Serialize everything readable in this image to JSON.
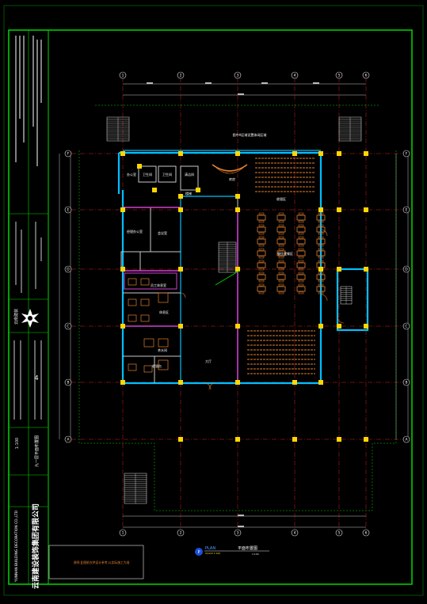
{
  "title_block": {
    "company_cn": "云南建设装饰集团有限公司",
    "company_en": "YUNNAN BUILDING DECORATION CO.,LTD",
    "logo_text": "云南建装",
    "drawing_name": "九一层平面布置图",
    "sheet_no": "4",
    "scale_label": "1:100"
  },
  "grid": {
    "columns": [
      "1",
      "2",
      "3",
      "4",
      "5",
      "6"
    ],
    "rows": [
      "F",
      "E",
      "D",
      "C",
      "B",
      "A"
    ]
  },
  "plan_labels": {
    "top_note": "图中A区域设置休闲区域",
    "toilet_1": "卫生间",
    "toilet_2": "卫生间",
    "room_clean": "清洁间",
    "room_office1": "办公室",
    "room_store": "库房",
    "room_manager": "经理办公室",
    "room_meeting": "会议室",
    "room_staff": "员工休息室",
    "room_lounge": "休息区",
    "room_rest": "茶水间",
    "room_cashier": "收银台",
    "hall_main": "大厅",
    "dining_area": "餐饮就餐区",
    "cashier_area": "收银区",
    "stair_label": "楼梯"
  },
  "bottom_note": "说明:此图纸仅供设计参考,以实际施工为准",
  "plan_title": {
    "badge": "P",
    "en": "PLAN",
    "scale_en": "SCALE 1:100",
    "cn": "平面布置图",
    "cn_scale": "1:100"
  },
  "colors": {
    "frame": "#00d800",
    "grid_axis": "#d02020",
    "wall_outer": "#00bfff",
    "wall_inner": "#c8c8c8",
    "partition": "#d040d0",
    "furniture": "#e08030",
    "dimension": "#ffd700"
  }
}
